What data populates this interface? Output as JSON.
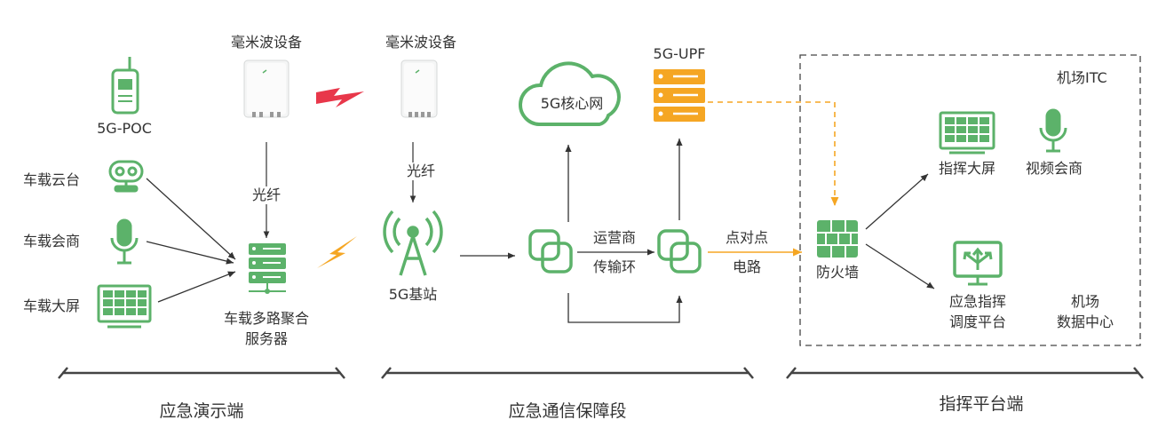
{
  "colors": {
    "green": "#5cb26a",
    "orange": "#f5a623",
    "red": "#e8374a",
    "dark": "#333333"
  },
  "left": {
    "mmwave_label": "毫米波设备",
    "poc_label": "5G-POC",
    "cradle_head_label": "车载云台",
    "conference_label": "车载会商",
    "screen_label": "车载大屏",
    "fiber_label": "光纤",
    "server_label_1": "车载多路聚合",
    "server_label_2": "服务器",
    "section_label": "应急演示端"
  },
  "middle": {
    "mmwave_label": "毫米波设备",
    "fiber_label": "光纤",
    "base_station_label": "5G基站",
    "core_label": "5G核心网",
    "upf_label": "5G-UPF",
    "carrier_label_1": "运营商",
    "carrier_label_2": "传输环",
    "p2p_label_1": "点对点",
    "p2p_label_2": "电路",
    "section_label": "应急通信保障段"
  },
  "right": {
    "itc_label": "机场ITC",
    "big_screen_label": "指挥大屏",
    "video_conf_label": "视频会商",
    "firewall_label": "防火墙",
    "dispatch_label_1": "应急指挥",
    "dispatch_label_2": "调度平台",
    "datacenter_label_1": "机场",
    "datacenter_label_2": "数据中心",
    "section_label": "指挥平台端"
  },
  "icons": [
    "walkie-talkie-icon",
    "camera-cradle-icon",
    "microphone-icon",
    "screen-icon",
    "router-icon",
    "server-icon",
    "lightning-icon",
    "antenna-tower-icon",
    "cloud-icon",
    "upf-server-icon",
    "network-node-icon",
    "firewall-icon",
    "dispatch-platform-icon"
  ]
}
